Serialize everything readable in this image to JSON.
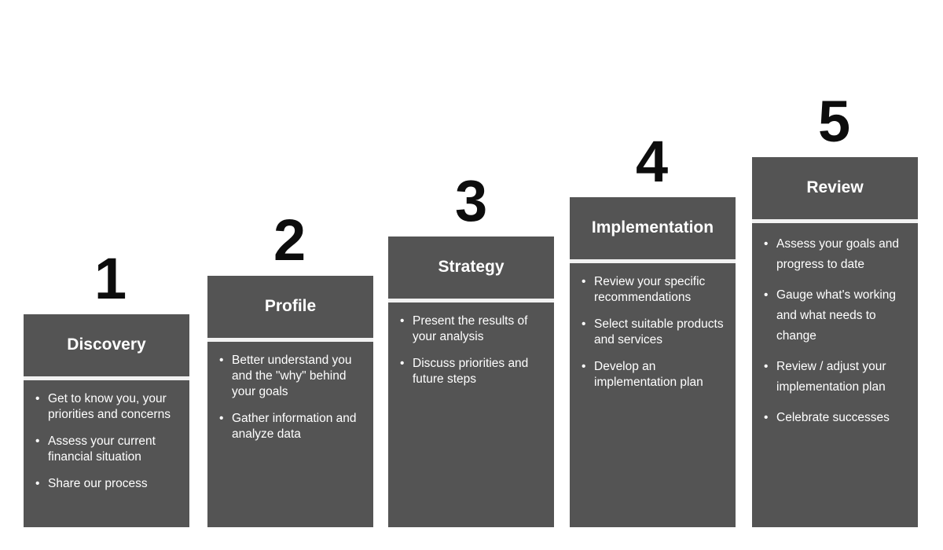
{
  "theme": {
    "background": "#ffffff",
    "card_fill": "#545454",
    "card_divider": "#f2f2f2",
    "card_text": "#ffffff",
    "number_color": "#0d0d0d"
  },
  "steps": [
    {
      "number": "1",
      "title": "Discovery",
      "bullets": [
        "Get to know you, your priorities and concerns",
        "Assess your current financial situation",
        "Share our process"
      ]
    },
    {
      "number": "2",
      "title": "Profile",
      "bullets": [
        "Better understand you and the \"why\" behind your goals",
        "Gather information and analyze data"
      ]
    },
    {
      "number": "3",
      "title": "Strategy",
      "bullets": [
        "Present the results of your analysis",
        "Discuss priorities and future steps"
      ]
    },
    {
      "number": "4",
      "title": "Implementation",
      "bullets": [
        "Review your specific recommendations",
        "Select suitable products and services",
        "Develop an implementation plan"
      ]
    },
    {
      "number": "5",
      "title": "Review",
      "bullets": [
        "Assess your goals and progress to date",
        "Gauge what's working and what needs to change",
        "Review / adjust your implementation plan",
        "Celebrate successes"
      ]
    }
  ]
}
